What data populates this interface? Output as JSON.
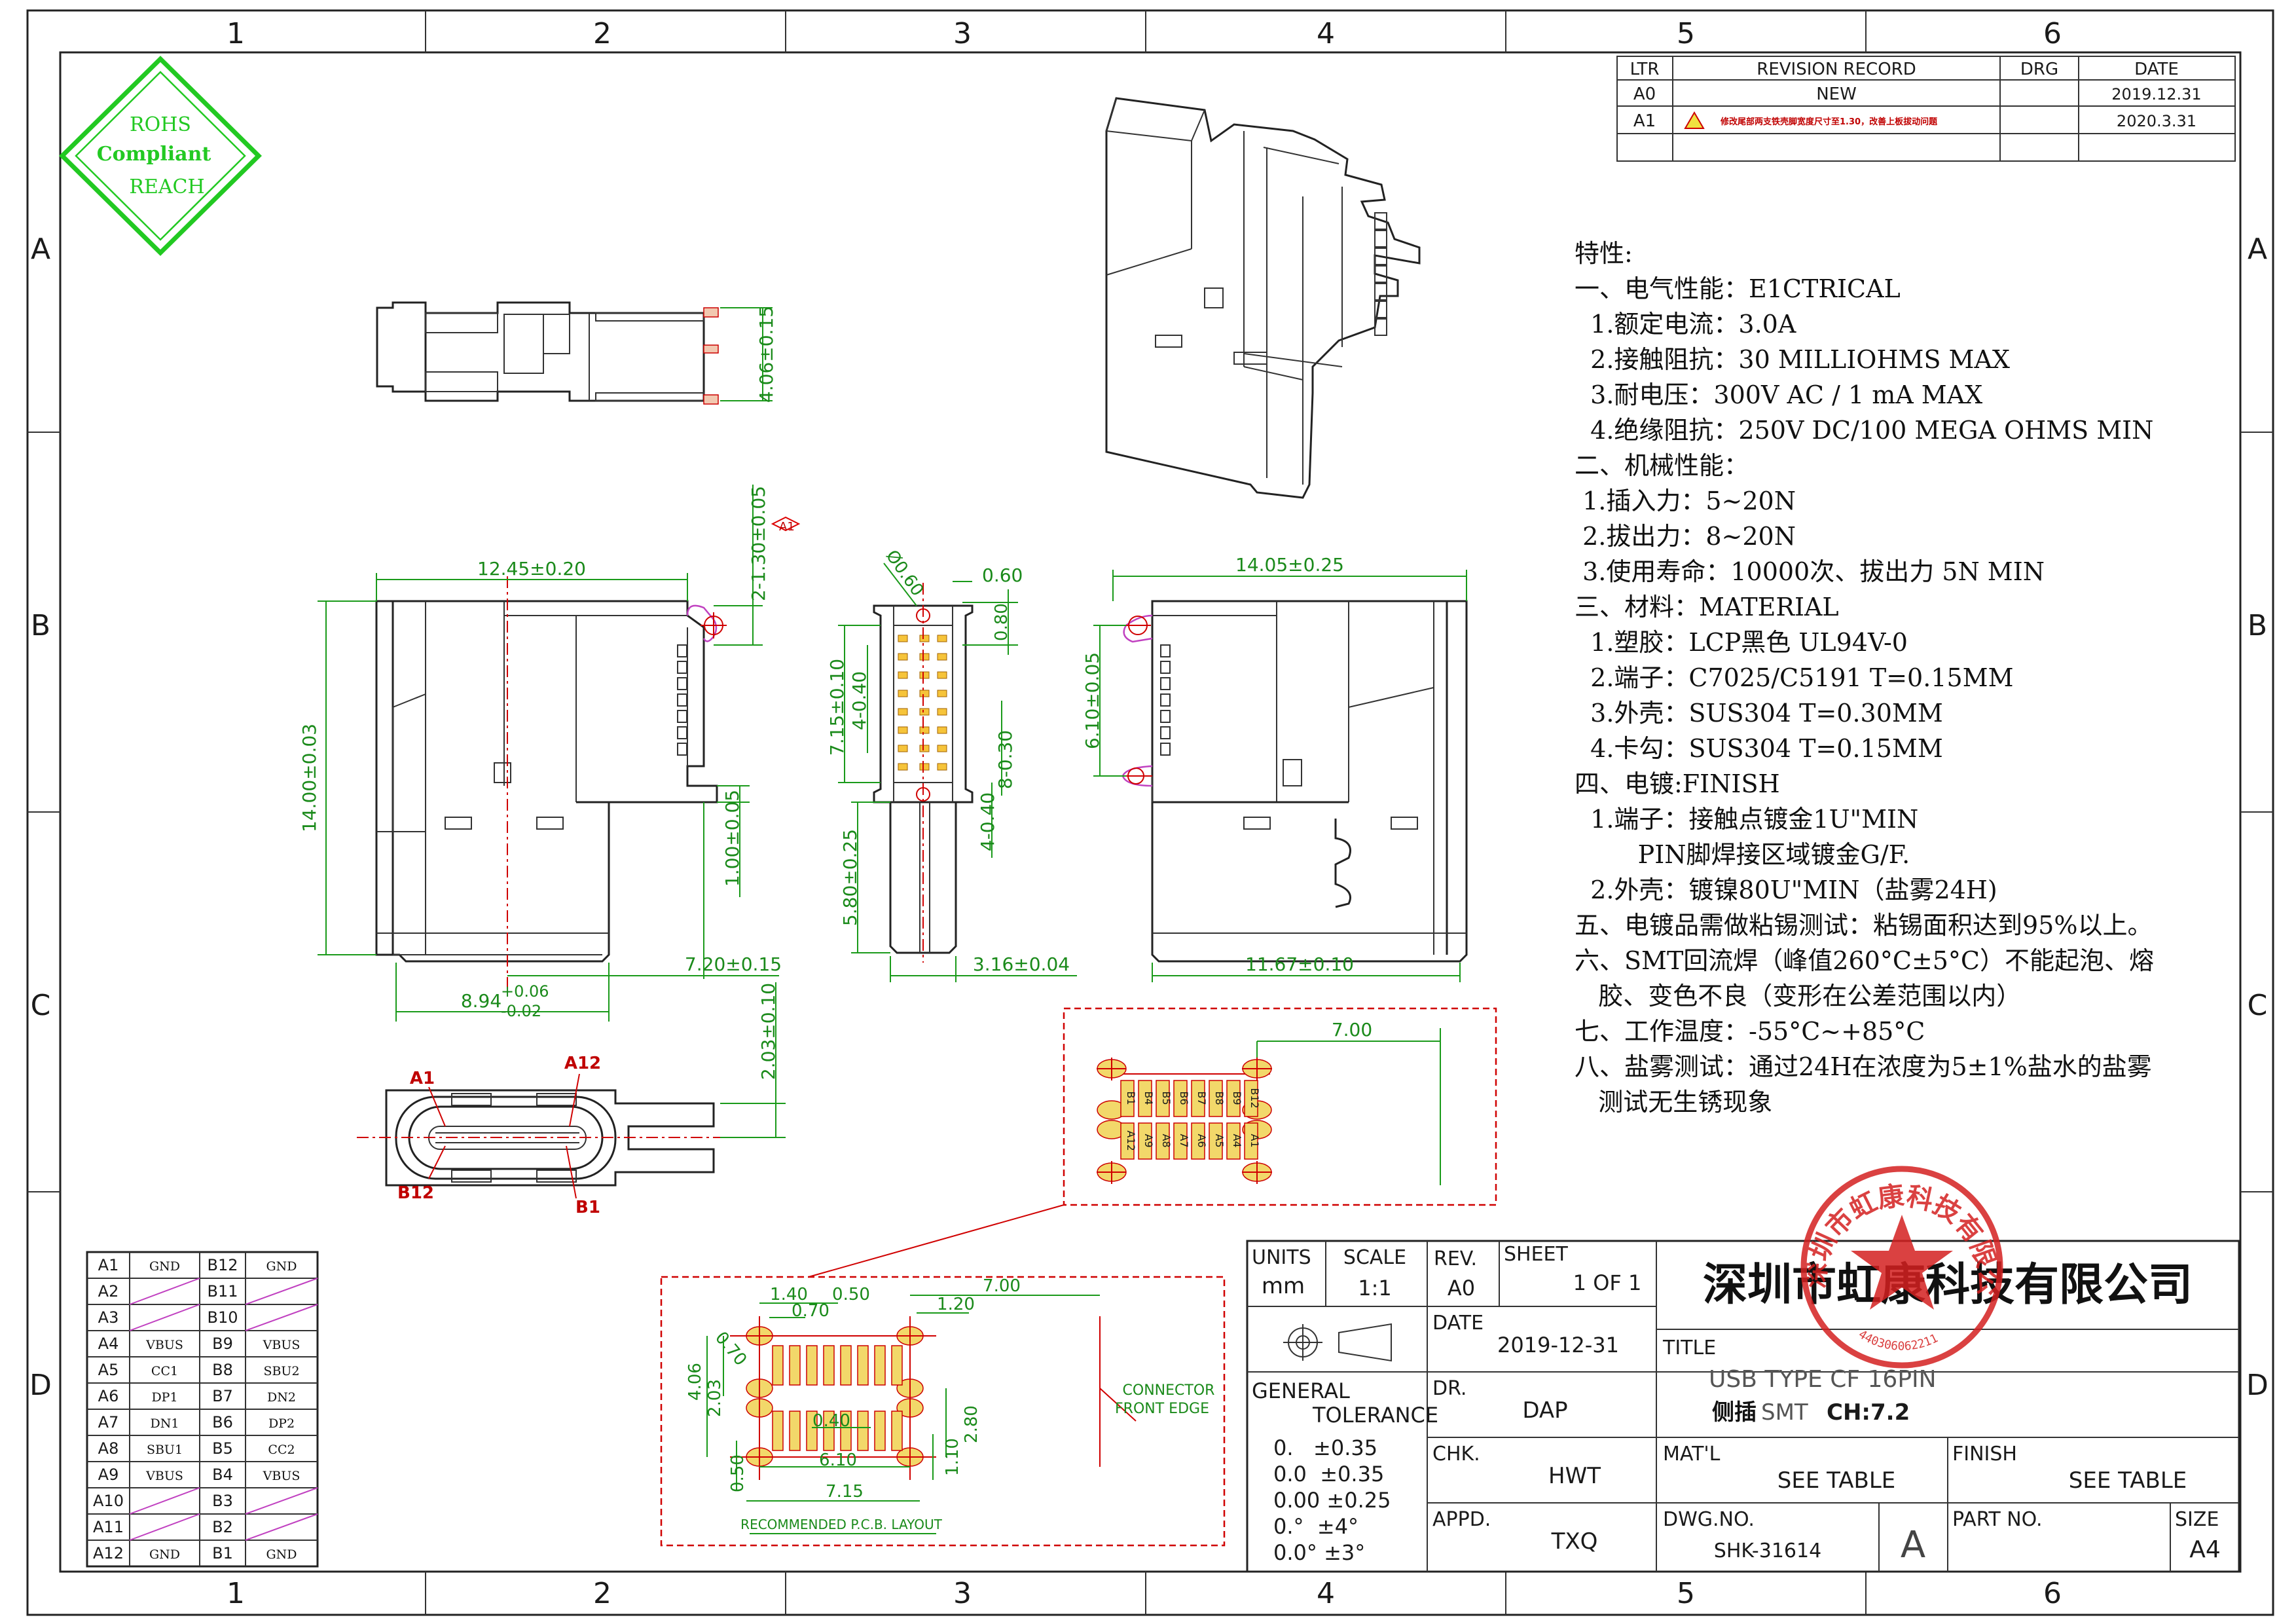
{
  "border": {
    "columns": [
      "1",
      "2",
      "3",
      "4",
      "5",
      "6"
    ],
    "rows": [
      "A",
      "B",
      "C",
      "D"
    ]
  },
  "logo": {
    "line1": "ROHS",
    "line2": "Compliant",
    "line3": "REACH"
  },
  "revision": {
    "headers": [
      "LTR",
      "REVISION RECORD",
      "DRG",
      "DATE"
    ],
    "rows": [
      {
        "ltr": "A0",
        "record": "NEW",
        "drg": "",
        "date": "2019.12.31"
      },
      {
        "ltr": "A1",
        "record": "修改尾部两支铁壳脚宽度尺寸至1.30，改善上板拔动问题",
        "drg": "",
        "date": "2020.3.31"
      }
    ],
    "flag": "A1"
  },
  "specs": {
    "title": "特性:",
    "lines": [
      "一、电气性能：E1CTRICAL",
      "  1.额定电流：3.0A",
      "  2.接触阻抗：30 MILLIOHMS MAX",
      "  3.耐电压：300V AC / 1 mA MAX",
      "  4.绝缘阻抗：250V DC/100 MEGA OHMS MIN",
      "二、机械性能：",
      " 1.插入力：5~20N",
      " 2.拔出力：8~20N",
      " 3.使用寿命：10000次、拔出力 5N MIN",
      "三、材料：MATERIAL",
      "  1.塑胶：LCP黑色 UL94V-0",
      "  2.端子：C7025/C5191 T=0.15MM",
      "  3.外壳：SUS304 T=0.30MM",
      "  4.卡勾：SUS304 T=0.15MM",
      "四、电镀:FINISH",
      "  1.端子：接触点镀金1U\"MIN",
      "        PIN脚焊接区域镀金G/F.",
      "  2.外壳：镀镍80U\"MIN（盐雾24H)",
      "五、电镀品需做粘锡测试：粘锡面积达到95%以上。",
      "六、SMT回流焊（峰值260°C±5°C）不能起泡、熔",
      "   胶、变色不良（变形在公差范围以内）",
      "七、工作温度：-55°C~+85°C",
      "八、盐雾测试：通过24H在浓度为5±1%盐水的盐雾",
      "   测试无生锈现象"
    ]
  },
  "dims": {
    "side_width": "12.45±0.20",
    "side_height": "14.00±0.03",
    "side_tab": "2-1.30±0.05",
    "side_mid": "1.00±0.05",
    "side_b1": "7.20±0.15",
    "side_b2": "8.94",
    "side_b2_tol_up": "+0.06",
    "side_b2_tol_dn": "-0.02",
    "top_h": "4.06±0.15",
    "front_dia": "Ø0.60",
    "front_w": "0.60",
    "front_80": "0.80",
    "front_715": "7.15±0.10",
    "front_4040": "4-0.40",
    "front_830": "8-0.30",
    "front_4040b": "4-0.40",
    "front_580": "5.80±0.25",
    "front_316": "3.16±0.04",
    "right_w": "14.05±0.25",
    "right_h": "6.10±0.05",
    "right_b": "11.67±0.10",
    "end_h": "2.03±0.10",
    "end_a1": "A1",
    "end_a12": "A12",
    "end_b12": "B12",
    "end_b1": "B1",
    "pad_700": "7.00",
    "pad_pins_top": [
      "B1",
      "B4",
      "B5",
      "B6",
      "B7",
      "B8",
      "B9",
      "B12"
    ],
    "pad_pins_bot": [
      "A12",
      "A9",
      "A8",
      "A7",
      "A6",
      "A5",
      "A4",
      "A1"
    ],
    "pcb": {
      "d140": "1.40",
      "d050": "0.50",
      "d070": "0.70",
      "d700": "7.00",
      "d120": "1.20",
      "d070b": "0.70",
      "d406": "4.06",
      "d203": "2.03",
      "d040": "0.40",
      "d280": "2.80",
      "d110": "1.10",
      "d050b": "0.50",
      "d610": "6.10",
      "d715": "7.15",
      "caption": "RECOMMENDED P.C.B. LAYOUT",
      "note1": "CONNECTOR",
      "note2": "FRONT EDGE"
    }
  },
  "pin_table": {
    "rows": [
      [
        "A1",
        "GND",
        "B12",
        "GND"
      ],
      [
        "A2",
        "",
        "B11",
        ""
      ],
      [
        "A3",
        "",
        "B10",
        ""
      ],
      [
        "A4",
        "VBUS",
        "B9",
        "VBUS"
      ],
      [
        "A5",
        "CC1",
        "B8",
        "SBU2"
      ],
      [
        "A6",
        "DP1",
        "B7",
        "DN2"
      ],
      [
        "A7",
        "DN1",
        "B6",
        "DP2"
      ],
      [
        "A8",
        "SBU1",
        "B5",
        "CC2"
      ],
      [
        "A9",
        "VBUS",
        "B4",
        "VBUS"
      ],
      [
        "A10",
        "",
        "B3",
        ""
      ],
      [
        "A11",
        "",
        "B2",
        ""
      ],
      [
        "A12",
        "GND",
        "B1",
        "GND"
      ]
    ],
    "blank_rows": [
      1,
      2,
      9,
      10
    ]
  },
  "title_block": {
    "units_label": "UNITS",
    "units": "mm",
    "scale_label": "SCALE",
    "scale": "1:1",
    "rev_label": "REV.",
    "rev": "A0",
    "sheet_label": "SHEET",
    "sheet": "1 OF 1",
    "company": "深圳市虹康科技有限公司",
    "date_label": "DATE",
    "date": "2019-12-31",
    "title_label": "TITLE",
    "title": "USB TYPE CF 16PIN",
    "subtitle_a": "侧插",
    "subtitle_b": "SMT",
    "subtitle_c": "CH:7.2",
    "general": "GENERAL",
    "tolerance": "TOLERANCE",
    "tols": [
      "0.   ±0.35",
      "0.0  ±0.35",
      "0.00 ±0.25",
      "0.°  ±4°",
      "0.0° ±3°"
    ],
    "dr_label": "DR.",
    "dr": "DAP",
    "chk_label": "CHK.",
    "chk": "HWT",
    "appd_label": "APPD.",
    "appd": "TXQ",
    "matl_label": "MAT'L",
    "matl": "SEE TABLE",
    "finish_label": "FINISH",
    "finish": "SEE TABLE",
    "dwg_label": "DWG.NO.",
    "dwg": "SHK-31614",
    "dwg_rev": "A",
    "part_label": "PART NO.",
    "part": "",
    "size_label": "SIZE",
    "size": "A4"
  },
  "stamp": {
    "text": "深圳市虹康科技有限公司",
    "num": "440306062211"
  }
}
